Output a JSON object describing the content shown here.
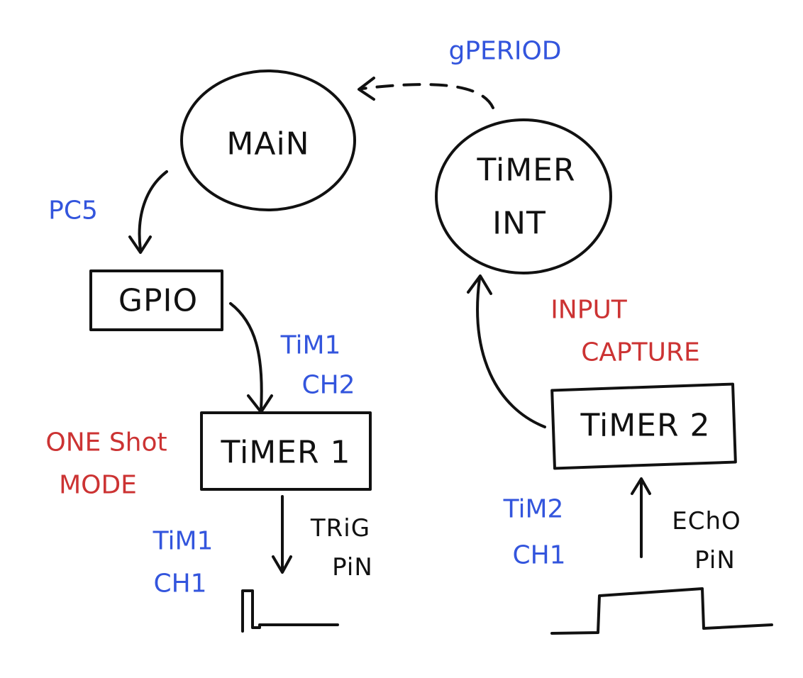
{
  "nodes": {
    "main": "MAiN",
    "timer_int_line1": "TiMER",
    "timer_int_line2": "INT",
    "gpio": "GPIO",
    "timer1": "TiMER 1",
    "timer2": "TiMER 2"
  },
  "labels": {
    "gperiod": "gPERIOD",
    "pc5": "PC5",
    "tim1_ch2_line1": "TiM1",
    "tim1_ch2_line2": "CH2",
    "one_shot_line1": "ONE Shot",
    "one_shot_line2": "MODE",
    "tim1_ch1_line1": "TiM1",
    "tim1_ch1_line2": "CH1",
    "trig_pin_line1": "TRiG",
    "trig_pin_line2": "PiN",
    "input_capture_line1": "INPUT",
    "input_capture_line2": "CAPTURE",
    "tim2_ch1_line1": "TiM2",
    "tim2_ch1_line2": "CH1",
    "echo_pin_line1": "EChO",
    "echo_pin_line2": "PiN"
  },
  "colors": {
    "ink": "#111111",
    "blue": "#3355dd",
    "red": "#cc3333",
    "background": "#ffffff"
  }
}
